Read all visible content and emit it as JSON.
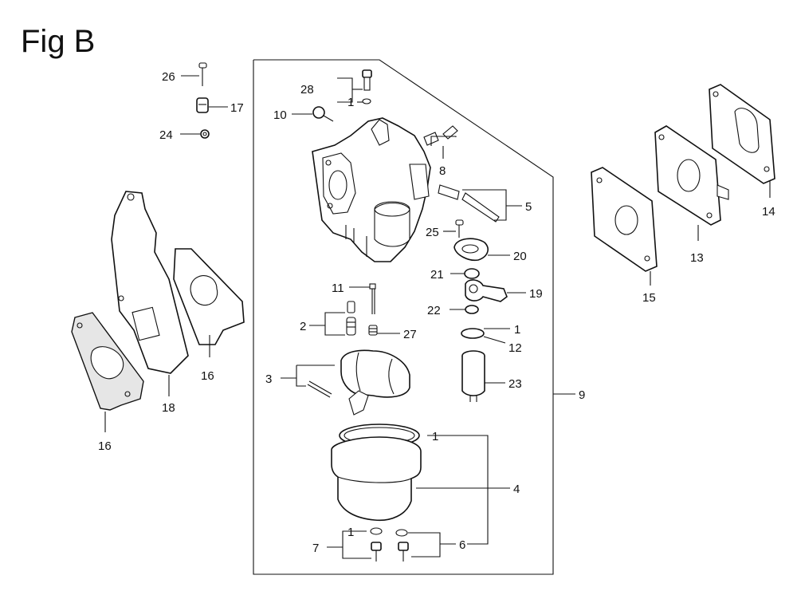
{
  "figure": {
    "title": "Fig B"
  },
  "callouts": {
    "c1a": "1",
    "c1b": "1",
    "c1c": "1",
    "c1d": "1",
    "c2": "2",
    "c3": "3",
    "c4": "4",
    "c5": "5",
    "c6": "6",
    "c7": "7",
    "c8": "8",
    "c9": "9",
    "c10": "10",
    "c11": "11",
    "c12": "12",
    "c13": "13",
    "c14": "14",
    "c15": "15",
    "c16a": "16",
    "c16b": "16",
    "c17": "17",
    "c18": "18",
    "c19": "19",
    "c20": "20",
    "c21": "21",
    "c22": "22",
    "c23": "23",
    "c24": "24",
    "c25": "25",
    "c26": "26",
    "c27": "27",
    "c28": "28"
  },
  "icons": {
    "bolt": "bolt-icon",
    "gasket": "gasket-icon",
    "carburetor": "carburetor-body-icon",
    "float-bowl": "float-bowl-icon"
  }
}
